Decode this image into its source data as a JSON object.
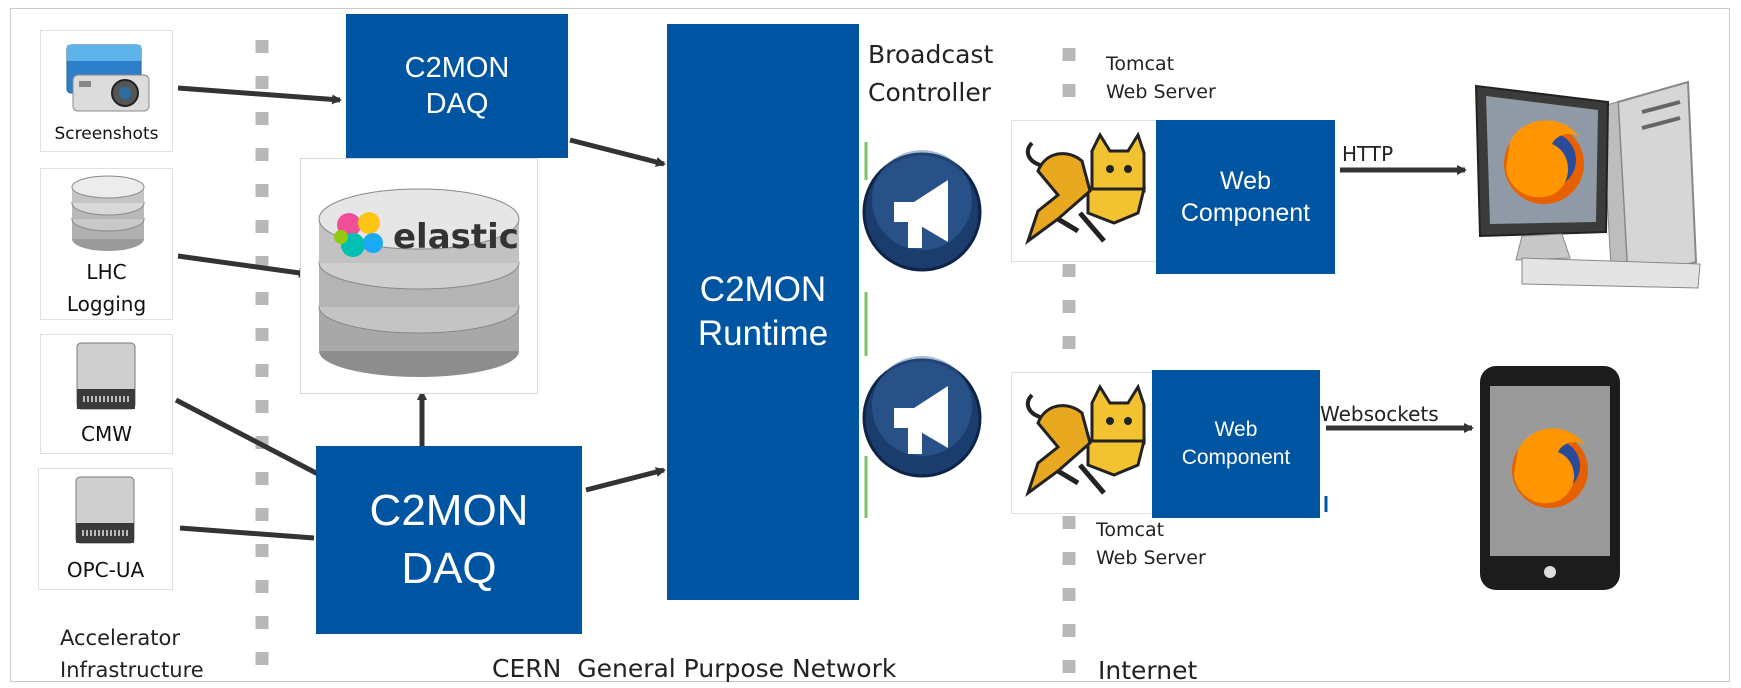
{
  "sources": [
    {
      "id": "screenshots",
      "label_lines": [
        "Screenshots"
      ],
      "icon": "camera-icon"
    },
    {
      "id": "lhc-logging",
      "label_lines": [
        "LHC",
        "Logging"
      ],
      "icon": "database-icon"
    },
    {
      "id": "cmw",
      "label_lines": [
        "CMW"
      ],
      "icon": "hard-drive-icon"
    },
    {
      "id": "opc-ua",
      "label_lines": [
        "OPC-UA"
      ],
      "icon": "hard-drive-icon"
    }
  ],
  "daq_top": {
    "lines": [
      "C2MON",
      "DAQ"
    ]
  },
  "daq_bottom": {
    "lines": [
      "C2MON",
      "DAQ"
    ]
  },
  "runtime": {
    "lines": [
      "C2MON",
      "Runtime"
    ]
  },
  "elastic": {
    "label": "elastic",
    "icon": "elastic-logo"
  },
  "broadcast": {
    "lines": [
      "Broadcast",
      "Controller"
    ],
    "icon": "megaphone-icon"
  },
  "tomcat_top": {
    "lines": [
      "Tomcat",
      "Web Server"
    ],
    "icon": "tomcat-icon"
  },
  "tomcat_bottom": {
    "lines": [
      "Tomcat",
      "Web Server"
    ],
    "icon": "tomcat-icon"
  },
  "web_top": {
    "lines": [
      "Web",
      "Component"
    ]
  },
  "web_bottom": {
    "lines": [
      "Web",
      "Component"
    ]
  },
  "links": {
    "http": "HTTP",
    "websockets": "Websockets"
  },
  "clients": {
    "desktop_icon": "desktop-computer-icon",
    "phone_icon": "smartphone-icon",
    "browser_icon": "firefox-icon"
  },
  "zones": {
    "accelerator": [
      "Accelerator",
      "Infrastructure"
    ],
    "cern": "CERN  General Purpose Network",
    "internet": "Internet"
  },
  "colors": {
    "blue": "#0055a2",
    "separator": "#b8b8b8",
    "arrow": "#333333"
  }
}
